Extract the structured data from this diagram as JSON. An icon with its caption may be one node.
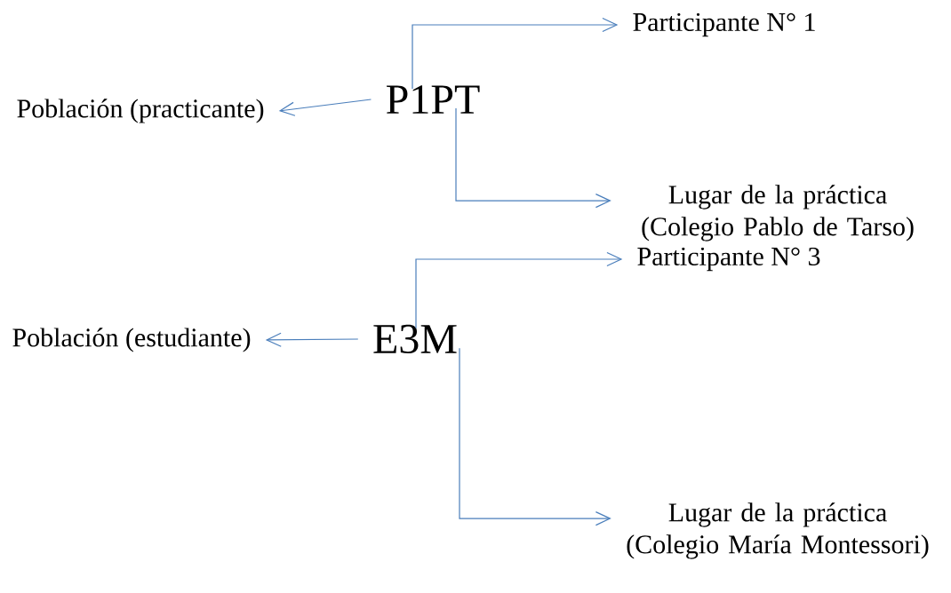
{
  "diagram": {
    "nodes": [
      {
        "text": [
          "Participante N° 1"
        ]
      },
      {
        "text": [
          "Población (practicante)"
        ]
      },
      {
        "text": [
          "P1PT"
        ]
      },
      {
        "text": [
          "Lugar de la práctica (Colegio Pablo de Tarso)"
        ]
      },
      {
        "text": [
          "Participante N° 3"
        ]
      },
      {
        "text": [
          "Población (estudiante)"
        ]
      },
      {
        "text": [
          "E3M"
        ]
      },
      {
        "text": [
          "Lugar de la práctica (Colegio María Montessori)"
        ]
      }
    ],
    "edges": [
      {
        "from": 2,
        "to": 0,
        "arrow": "to"
      },
      {
        "from": 2,
        "to": 1,
        "arrow": "to"
      },
      {
        "from": 2,
        "to": 3,
        "arrow": "to"
      },
      {
        "from": 6,
        "to": 4,
        "arrow": "to"
      },
      {
        "from": 6,
        "to": 5,
        "arrow": "to"
      },
      {
        "from": 6,
        "to": 7,
        "arrow": "to"
      }
    ]
  }
}
